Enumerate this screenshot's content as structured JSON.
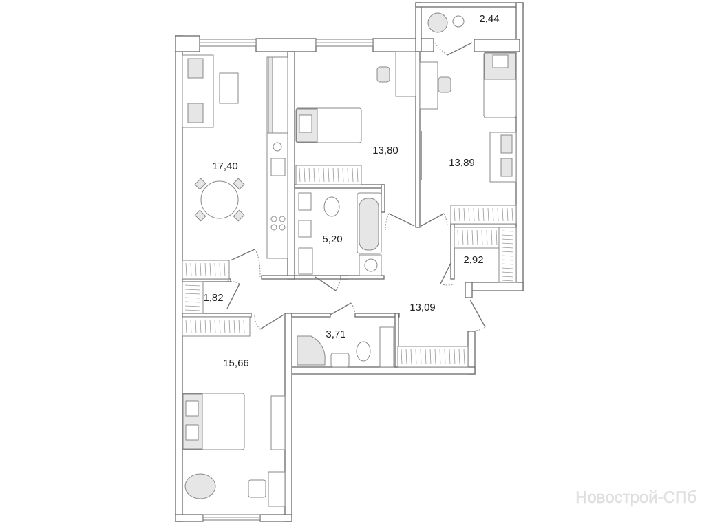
{
  "plan": {
    "rooms": [
      {
        "name": "living-kitchen",
        "area": "17,40"
      },
      {
        "name": "bedroom-middle",
        "area": "13,80"
      },
      {
        "name": "bedroom-right",
        "area": "13,89"
      },
      {
        "name": "bathroom",
        "area": "5,20"
      },
      {
        "name": "balcony",
        "area": "2,44"
      },
      {
        "name": "closet-right",
        "area": "2,92"
      },
      {
        "name": "closet-left",
        "area": "1,82"
      },
      {
        "name": "hallway",
        "area": "13,09"
      },
      {
        "name": "shower-room",
        "area": "3,71"
      },
      {
        "name": "bedroom-lower",
        "area": "15,66"
      }
    ],
    "colors": {
      "wall": "#6a6a6a",
      "furniture_fill": "#e6e6e6",
      "text": "#222222"
    }
  },
  "watermark": "Новострой-СПб"
}
